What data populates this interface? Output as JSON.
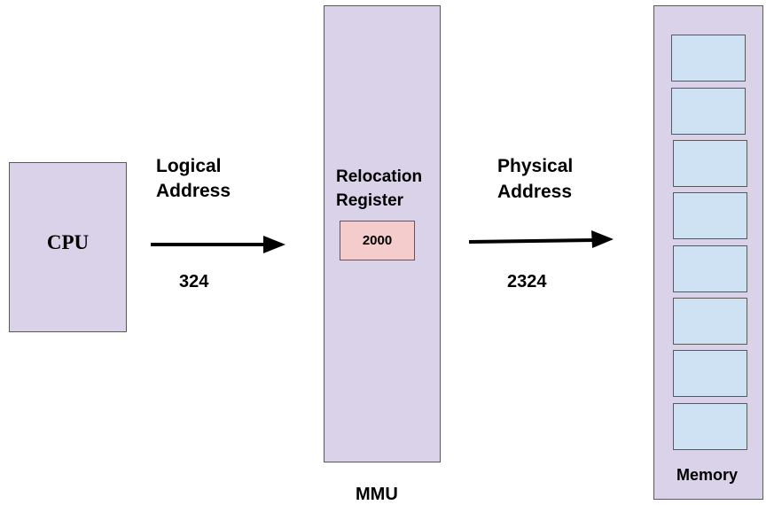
{
  "colors": {
    "block_fill": "#d9d2e9",
    "register_fill": "#f4cccc",
    "memory_cell_fill": "#cfe2f3",
    "stroke": "#595959",
    "arrow": "#000000"
  },
  "cpu": {
    "label": "CPU"
  },
  "logical": {
    "line1": "Logical",
    "line2": "Address",
    "value": "324"
  },
  "mmu": {
    "label": "MMU",
    "register_line1": "Relocation",
    "register_line2": "Register",
    "register_value": "2000"
  },
  "physical": {
    "line1": "Physical",
    "line2": "Address",
    "value": "2324"
  },
  "memory": {
    "label": "Memory",
    "cell_count": 8
  }
}
